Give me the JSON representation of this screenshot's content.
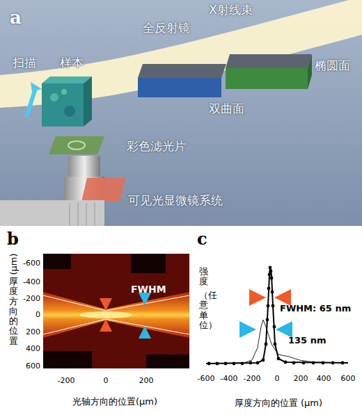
{
  "diagram": {
    "labels": [
      "a",
      "X射线束",
      "全反射镜",
      "椭圆面",
      "双曲面",
      "扫描",
      "样本",
      "彩色滤光片",
      "可见光显微镜系统",
      "b",
      "(μm)",
      "厚度方向的位置",
      "-600",
      "-400",
      "-200",
      "0",
      "200",
      "400",
      "600",
      "FWHM",
      "-200",
      "0",
      "200",
      "光轴方向的位置(μm)",
      "c",
      "强度",
      "（任意单位）",
      "FWHM: 65 nm",
      "135 nm",
      "-600",
      "-400",
      "-200",
      "0",
      "200",
      "400",
      "600",
      "厚度方向的位置 (μm)"
    ]
  }
}
